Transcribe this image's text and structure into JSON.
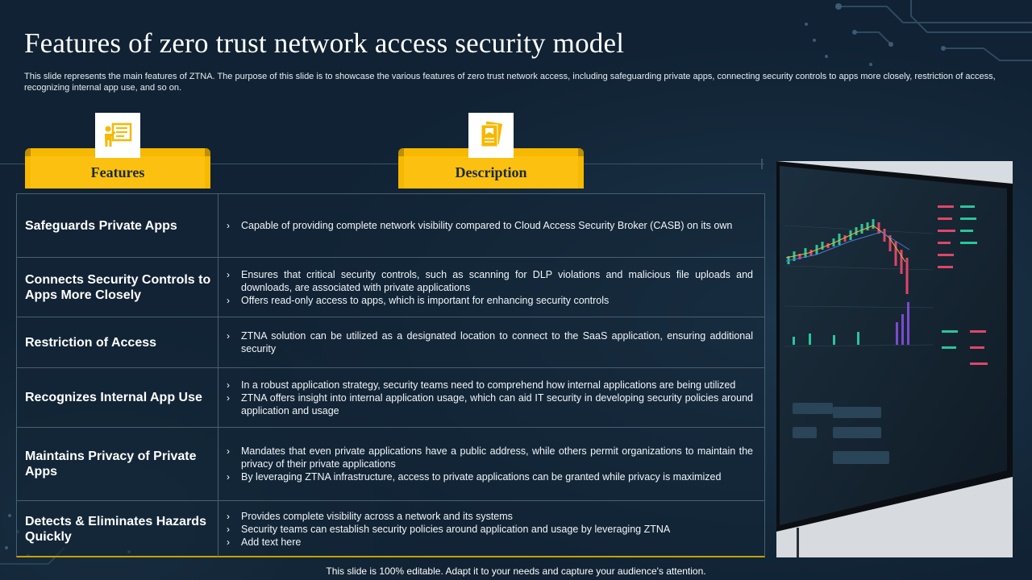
{
  "page": {
    "title": "Features of zero trust network access security model",
    "subtitle": "This slide represents the main features of ZTNA. The purpose of this slide is to showcase the various features of zero trust network access, including safeguarding private apps, connecting security controls to apps more closely, restriction of access, recognizing internal app use, and so on.",
    "footer": "This slide is 100% editable. Adapt it to your needs and capture your audience's attention."
  },
  "headers": {
    "features": "Features",
    "description": "Description",
    "features_icon": "presentation-board-icon",
    "description_icon": "document-list-icon"
  },
  "bullet_glyph": "›",
  "rows": [
    {
      "feature": "Safeguards Private Apps",
      "bullets": [
        "Capable of providing complete network visibility compared to Cloud Access Security Broker (CASB) on its own"
      ]
    },
    {
      "feature": "Connects Security Controls to Apps More Closely",
      "bullets": [
        "Ensures that critical security controls, such as scanning for DLP violations and malicious file uploads and downloads, are associated with private applications",
        "Offers read-only access to apps, which is important for enhancing security controls"
      ]
    },
    {
      "feature": "Restriction of Access",
      "bullets": [
        "ZTNA solution can be utilized as a designated location to connect to the SaaS application, ensuring additional security"
      ]
    },
    {
      "feature": "Recognizes Internal App Use",
      "bullets": [
        "In a robust application strategy, security teams need to comprehend how internal applications are being utilized",
        "ZTNA offers insight into internal application usage, which can aid IT security in developing security policies around application and usage"
      ]
    },
    {
      "feature": "Maintains Privacy of Private Apps",
      "bullets": [
        "Mandates that even private applications have a public address, while others permit organizations to maintain the privacy of their private applications",
        "By leveraging ZTNA infrastructure, access to private applications can be granted while privacy is maximized"
      ]
    },
    {
      "feature": "Detects & Eliminates Hazards Quickly",
      "bullets": [
        "Provides complete visibility across a network and its systems",
        "Security teams can establish security policies around application and usage by leveraging ZTNA",
        "Add text here"
      ]
    }
  ],
  "colors": {
    "background": "#102233",
    "accent": "#fcc110",
    "border": "#4a5f72"
  }
}
